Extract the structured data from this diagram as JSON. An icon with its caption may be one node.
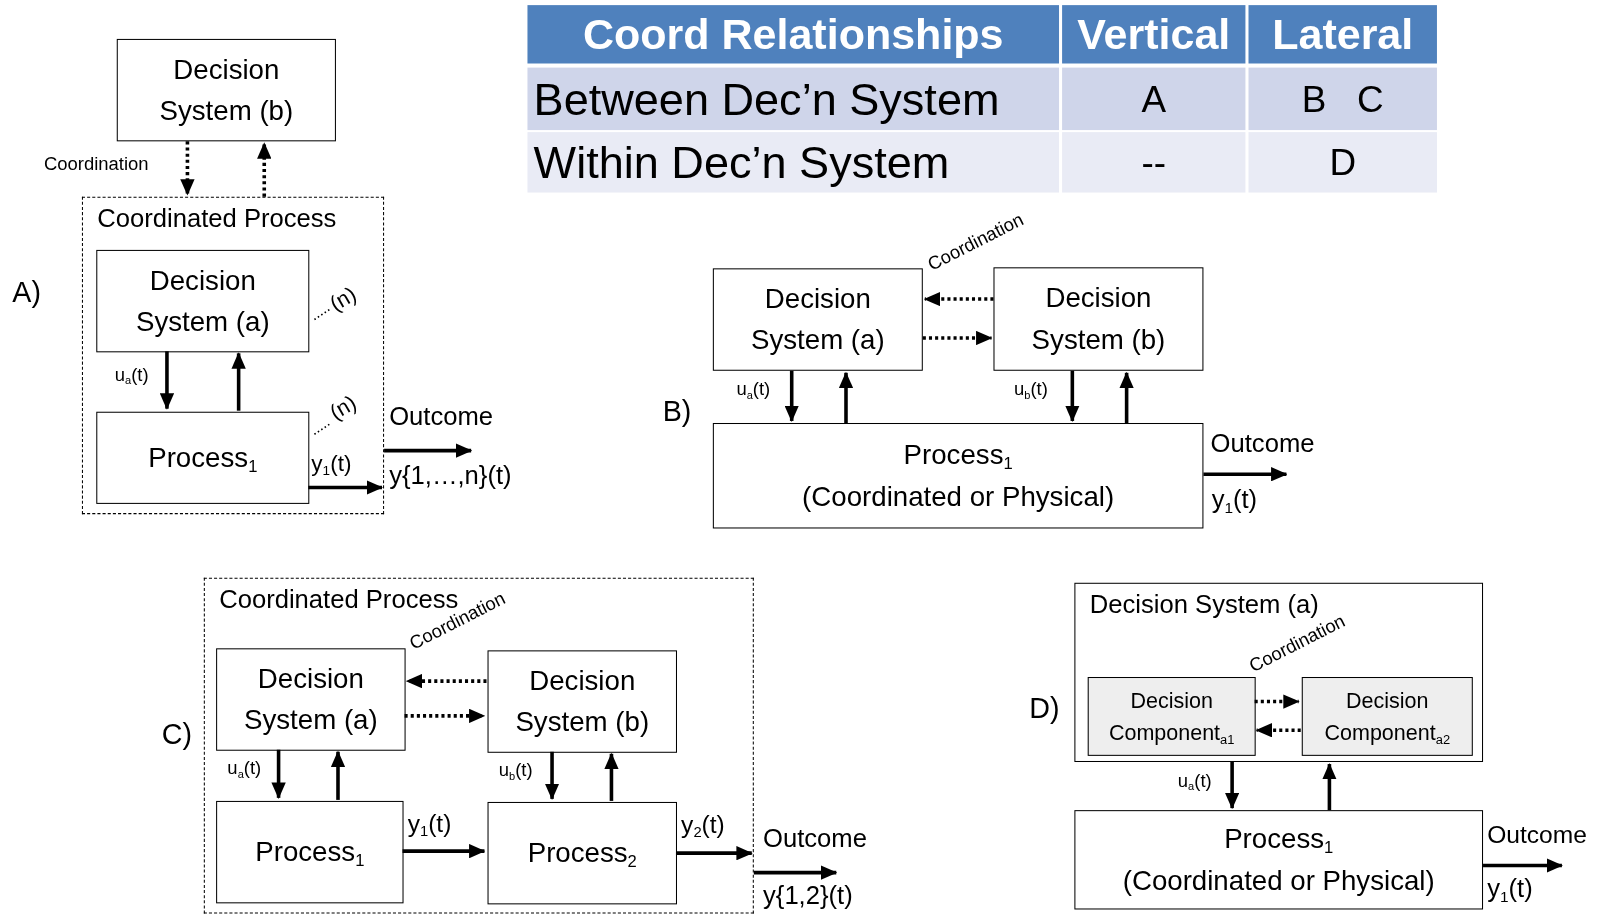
{
  "diagram": {
    "nodes": [
      {
        "text": [
          "Decision System (b)"
        ]
      },
      {
        "text": [
          "Coordinated Process"
        ]
      },
      {
        "text": [
          "Decision System (a)"
        ],
        "in": 1,
        "beside": [
          "(n)"
        ]
      },
      {
        "text": [
          "Process$_{1}$"
        ],
        "in": 1,
        "beside": [
          "(n)"
        ]
      },
      {
        "text": [
          "Decision System (a)"
        ]
      },
      {
        "text": [
          "Decision System (b)"
        ]
      },
      {
        "text": [
          "Process$_{1}$",
          "(Coordinated or Physical)"
        ]
      },
      {
        "text": [
          "Coordinated Process"
        ]
      },
      {
        "text": [
          "Decision System (a)"
        ],
        "in": 7
      },
      {
        "text": [
          "Decision System (b)"
        ],
        "in": 7
      },
      {
        "text": [
          "Process$_{1}$"
        ],
        "in": 7
      },
      {
        "text": [
          "Process$_{2}$"
        ],
        "in": 7
      },
      {
        "text": [
          "Decision System (a)"
        ]
      },
      {
        "text": [
          "Decision Component$_{a1}$"
        ],
        "in": 12
      },
      {
        "text": [
          "Decision Component$_{a2}$"
        ],
        "in": 12
      },
      {
        "text": [
          "Process$_{1}$",
          "(Coordinated or Physical)"
        ]
      },
      {
        "text": [
          "y{1,…,n}(t)"
        ]
      },
      {
        "text": [
          "y$_{1}$(t)"
        ]
      },
      {
        "text": [
          "y{1,2}(t)"
        ]
      },
      {
        "text": [
          "y$_{1}$(t)"
        ]
      }
    ],
    "edges": [
      {
        "from": 0,
        "to": 1,
        "arrow": "to",
        "style": "dashed",
        "label": "Coordination"
      },
      {
        "from": 1,
        "to": 0,
        "arrow": "to",
        "style": "dashed"
      },
      {
        "from": 2,
        "to": 3,
        "arrow": "to",
        "label": "u$_{a}$(t)"
      },
      {
        "from": 3,
        "to": 2,
        "arrow": "to"
      },
      {
        "from": 3,
        "to": 1,
        "arrow": "to",
        "label": "y$_{1}$(t)"
      },
      {
        "from": 1,
        "to": 16,
        "arrow": "to",
        "label": "Outcome"
      },
      {
        "from": 5,
        "to": 4,
        "arrow": "to",
        "style": "dashed",
        "label": "Coordination"
      },
      {
        "from": 4,
        "to": 5,
        "arrow": "to",
        "style": "dashed"
      },
      {
        "from": 4,
        "to": 6,
        "arrow": "to",
        "label": "u$_{a}$(t)"
      },
      {
        "from": 6,
        "to": 4,
        "arrow": "to"
      },
      {
        "from": 5,
        "to": 6,
        "arrow": "to",
        "label": "u$_{b}$(t)"
      },
      {
        "from": 6,
        "to": 5,
        "arrow": "to"
      },
      {
        "from": 6,
        "to": 17,
        "arrow": "to",
        "label": "Outcome"
      },
      {
        "from": 9,
        "to": 8,
        "arrow": "to",
        "style": "dashed",
        "label": "Coordination"
      },
      {
        "from": 8,
        "to": 9,
        "arrow": "to",
        "style": "dashed"
      },
      {
        "from": 8,
        "to": 10,
        "arrow": "to",
        "label": "u$_{a}$(t)"
      },
      {
        "from": 10,
        "to": 8,
        "arrow": "to"
      },
      {
        "from": 9,
        "to": 11,
        "arrow": "to",
        "label": "u$_{b}$(t)"
      },
      {
        "from": 11,
        "to": 9,
        "arrow": "to"
      },
      {
        "from": 10,
        "to": 11,
        "arrow": "to",
        "label": "y$_{1}$(t)"
      },
      {
        "from": 11,
        "to": 7,
        "arrow": "to",
        "label": "y$_{2}$(t)"
      },
      {
        "from": 7,
        "to": 18,
        "arrow": "to",
        "label": "Outcome"
      },
      {
        "from": 13,
        "to": 14,
        "arrow": "to",
        "style": "dashed",
        "label": "Coordination"
      },
      {
        "from": 14,
        "to": 13,
        "arrow": "to",
        "style": "dashed"
      },
      {
        "from": 12,
        "to": 15,
        "arrow": "to",
        "label": "u$_{a}$(t)"
      },
      {
        "from": 15,
        "to": 12,
        "arrow": "to"
      },
      {
        "from": 15,
        "to": 19,
        "arrow": "to",
        "label": "Outcome"
      }
    ],
    "labels": [
      "Coord Relationships",
      "Vertical",
      "Lateral",
      "Between Dec’n System",
      "A",
      "B   C",
      "Within Dec’n System",
      "--",
      "D",
      "A)",
      "B)",
      "C)",
      "D)"
    ]
  }
}
